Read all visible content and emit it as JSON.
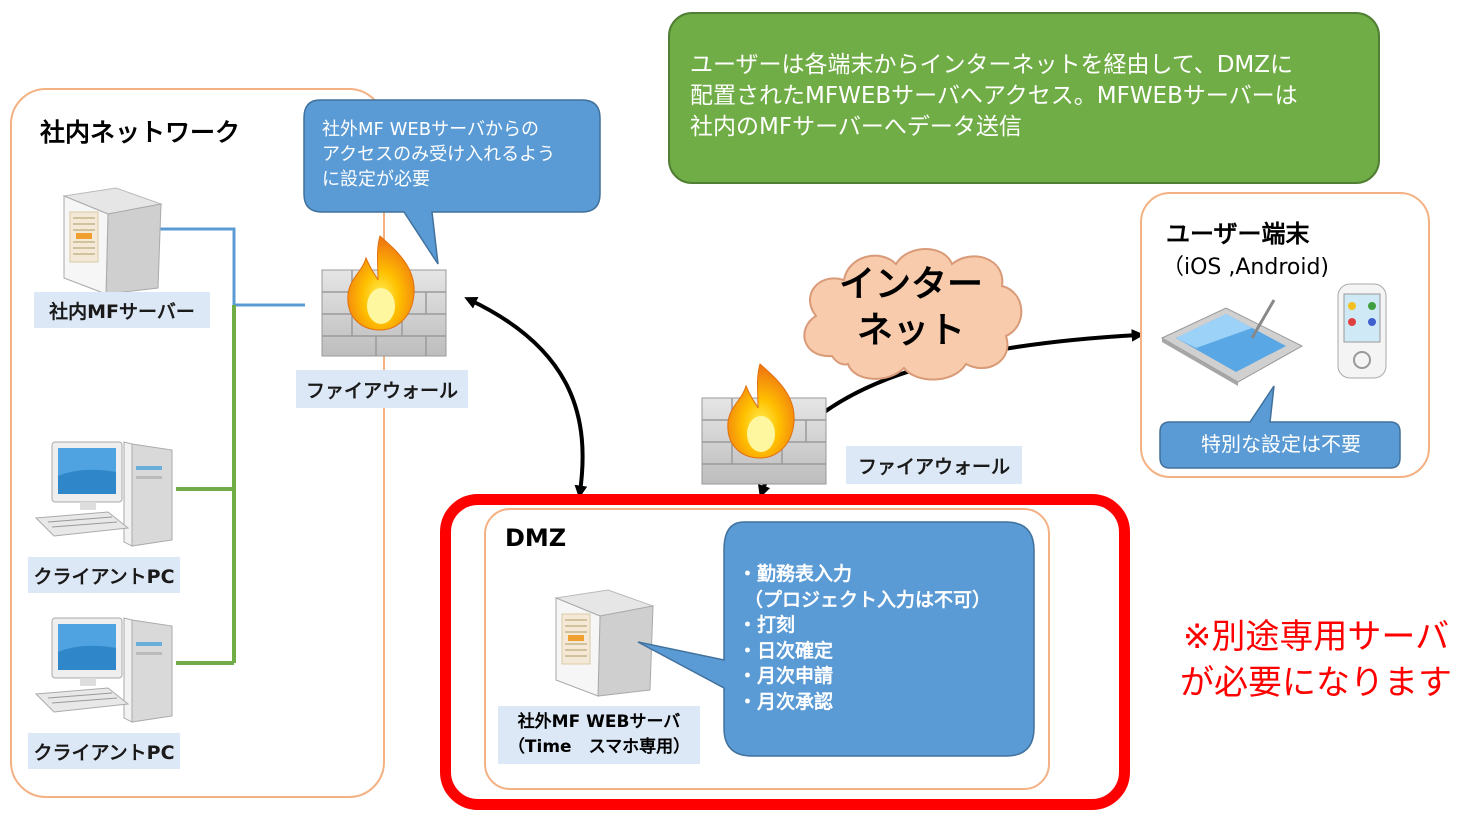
{
  "top_note": [
    "ユーザーは各端末からインターネットを経由して、DMZに",
    "配置されたMFWEBサーバへアクセス。MFWEBサーバーは",
    "社内のMFサーバーへデータ送信"
  ],
  "intranet": {
    "title": "社内ネットワーク",
    "server_label": "社内MFサーバー",
    "client1_label": "クライアントPC",
    "client2_label": "クライアントPC",
    "callout": [
      "社外MF WEBサーバからの",
      "アクセスのみ受け入れるよう",
      "に設定が必要"
    ]
  },
  "firewall_left_label": "ファイアウォール",
  "firewall_right_label": "ファイアウォール",
  "internet": [
    "インター",
    "ネット"
  ],
  "user_terminal": {
    "title": "ユーザー端末",
    "subtitle": "（iOS ,Android)",
    "callout": "特別な設定は不要"
  },
  "dmz": {
    "title": "DMZ",
    "server_label": [
      "社外MF WEBサーバ",
      "（Time　スマホ専用）"
    ],
    "features": [
      "・勤務表入力",
      "（プロジェクト入力は不可）",
      "・打刻",
      "・日次確定",
      "・月次申請",
      "・月次承認"
    ]
  },
  "notice": [
    "※別途専用サーバ",
    "が必要になります"
  ],
  "colors": {
    "green": "#70ad47",
    "blue": "#5b9bd5",
    "red": "#ff0000",
    "orange": "#f4b183",
    "label_bg": "#dde8f6"
  }
}
